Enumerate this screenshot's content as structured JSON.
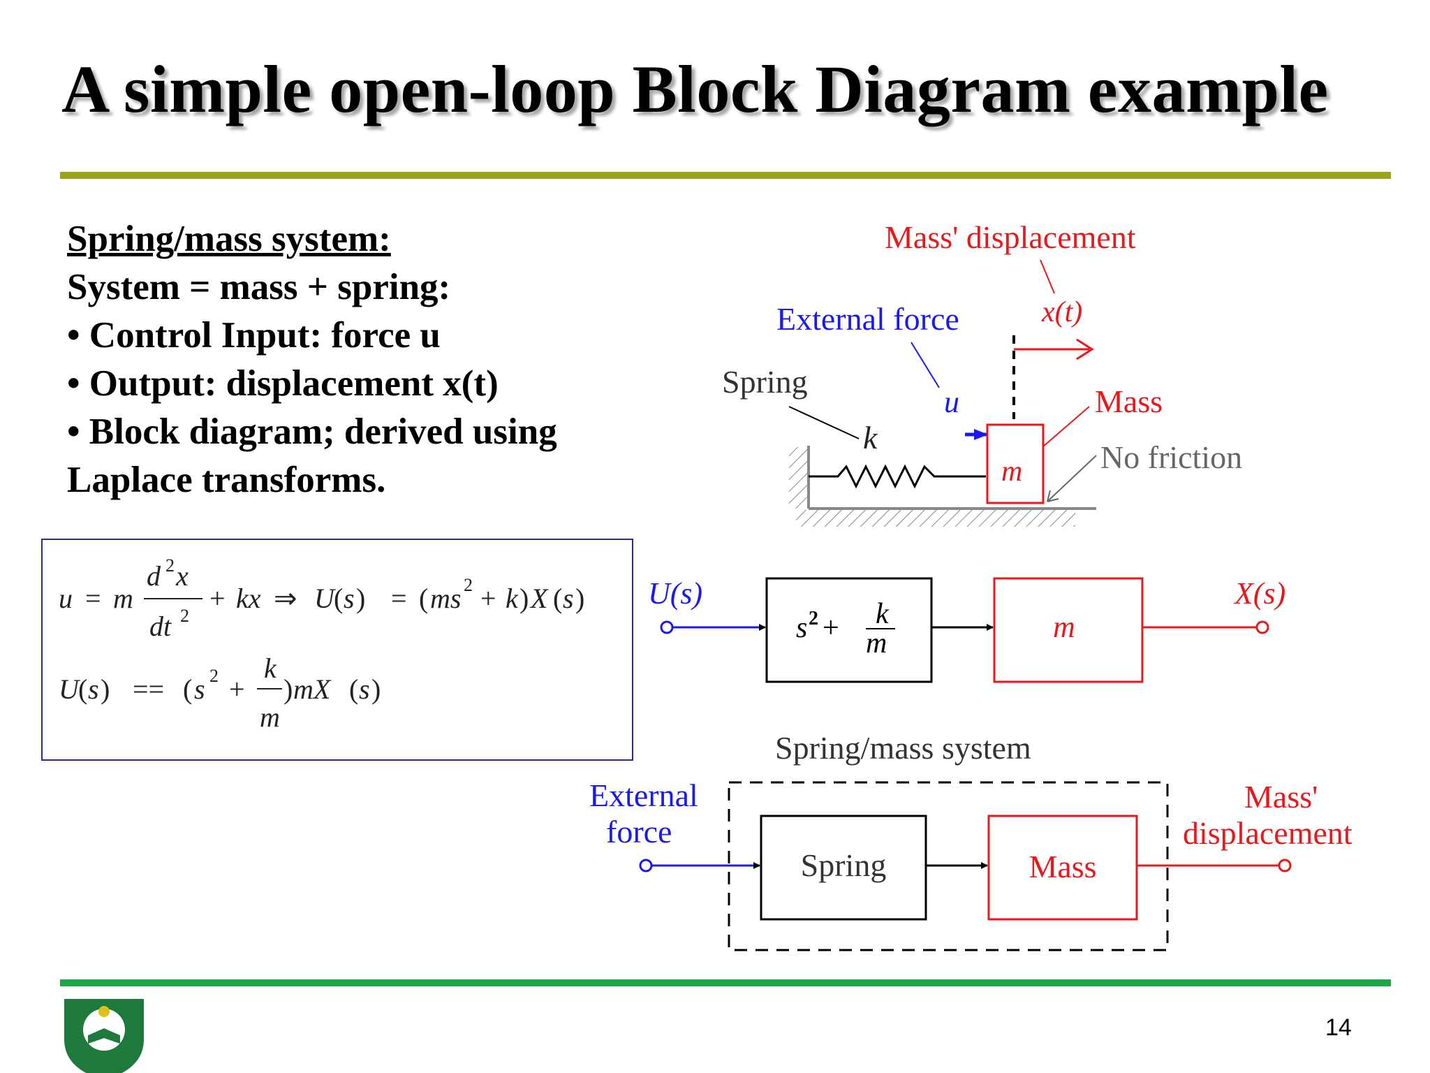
{
  "slide": {
    "title": "A simple open-loop Block Diagram example",
    "page_number": "14"
  },
  "text": {
    "heading": "Spring/mass system:",
    "line1": "System = mass + spring:",
    "bullet1": "• Control Input: force u",
    "bullet2": "• Output: displacement x(t)",
    "bullet3": "• Block diagram; derived using",
    "line_last": "Laplace transforms."
  },
  "equations": {
    "eq1": "u = m d²x/dt² + kx ⇒ U(s) = (ms² + k)X(s)",
    "eq2": "U(s) == (s² + k/m)mX(s)"
  },
  "physical": {
    "mass_disp_label": "Mass' displacement",
    "xt_label": "x(t)",
    "ext_force_label": "External force",
    "spring_label": "Spring",
    "u_label": "u",
    "k_label": "k",
    "mass_label": "Mass",
    "m_label": "m",
    "friction_label": "No friction"
  },
  "tf_diagram": {
    "input_label": "U(s)",
    "output_label": "X(s)",
    "block1": "s² + k/m",
    "block2": "m"
  },
  "block_diagram": {
    "system_label": "Spring/mass system",
    "input_line1": "External",
    "input_line2": "force",
    "block1": "Spring",
    "block2": "Mass",
    "output_line1": "Mass'",
    "output_line2": "displacement"
  },
  "colors": {
    "red": "#e8191c",
    "blue": "#1a1af0",
    "rule_top": "#9aa617",
    "rule_bottom": "#1ea64b",
    "logo_green": "#1e7a3c"
  }
}
